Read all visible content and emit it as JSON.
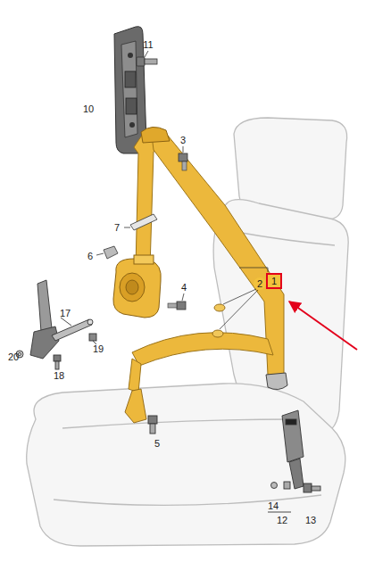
{
  "diagram": {
    "nodes": [
      {
        "text": [
          "1"
        ]
      }
    ],
    "labels": [
      "11",
      "10",
      "3",
      "7",
      "6",
      "4",
      "17",
      "20",
      "19",
      "18",
      "5",
      "2",
      "14",
      "12",
      "13"
    ]
  }
}
